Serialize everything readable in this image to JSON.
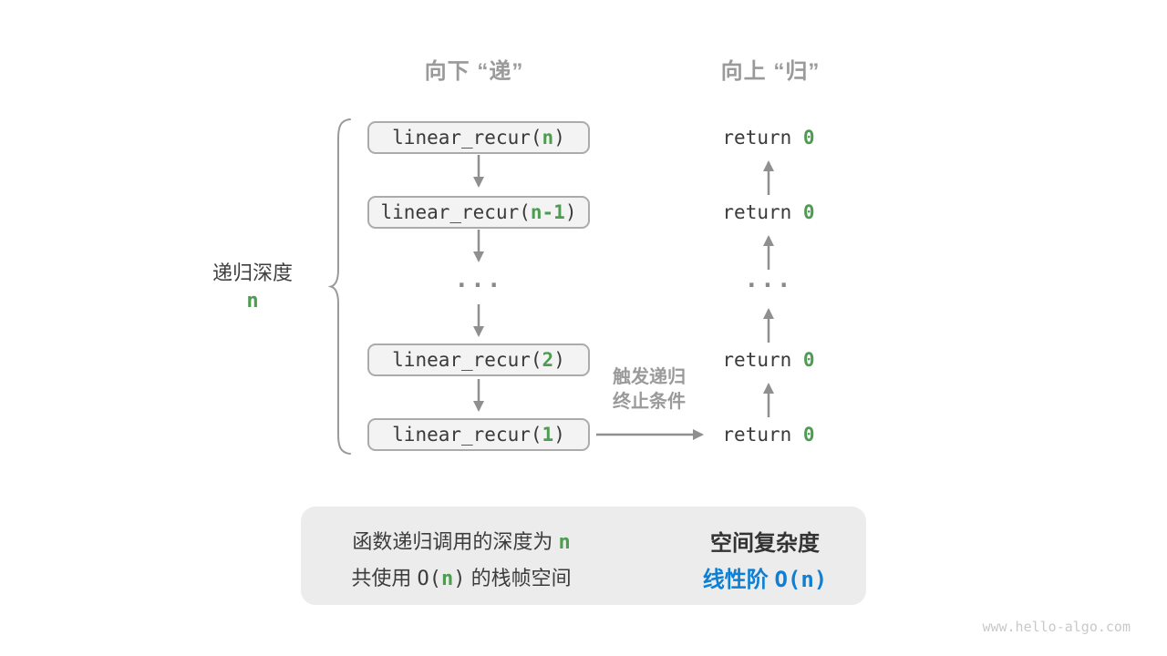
{
  "page": {
    "watermark": "www.hello-algo.com"
  },
  "colors": {
    "accent_green": "#4e9b52",
    "accent_blue": "#0d7fd4",
    "arrow_gray": "#8f8f8f",
    "header_gray": "#9a9a9a",
    "box_bg": "#f3f3f3",
    "box_border": "#ababab",
    "summary_bg": "#ececec"
  },
  "headers": {
    "down": "向下 “递”",
    "up": "向上 “归”"
  },
  "depth_brace": {
    "label": "递归深度",
    "value": "n"
  },
  "stack": {
    "ellipsis": "...",
    "calls": [
      {
        "prefix": "linear_recur(",
        "arg": "n",
        "suffix": ")"
      },
      {
        "prefix": "linear_recur(",
        "arg": "n-1",
        "suffix": ")"
      },
      {
        "prefix": "linear_recur(",
        "arg": "2",
        "suffix": ")"
      },
      {
        "prefix": "linear_recur(",
        "arg": "1",
        "suffix": ")"
      }
    ]
  },
  "returns": {
    "ellipsis": "...",
    "items": [
      {
        "prefix": "return ",
        "value": "0"
      },
      {
        "prefix": "return ",
        "value": "0"
      },
      {
        "prefix": "return ",
        "value": "0"
      },
      {
        "prefix": "return ",
        "value": "0"
      }
    ]
  },
  "trigger": {
    "line1": "触发递归",
    "line2": "终止条件"
  },
  "summary": {
    "line1_text": "函数递归调用的深度为 ",
    "line1_highlight": "n",
    "line2_pre": "共使用 ",
    "line2_code_open": "O(",
    "line2_code_arg": "n",
    "line2_code_close": ")",
    "line2_post": " 的栈帧空间",
    "result_title": "空间复杂度",
    "result_label": "线性阶 ",
    "result_code": "O(n)"
  }
}
